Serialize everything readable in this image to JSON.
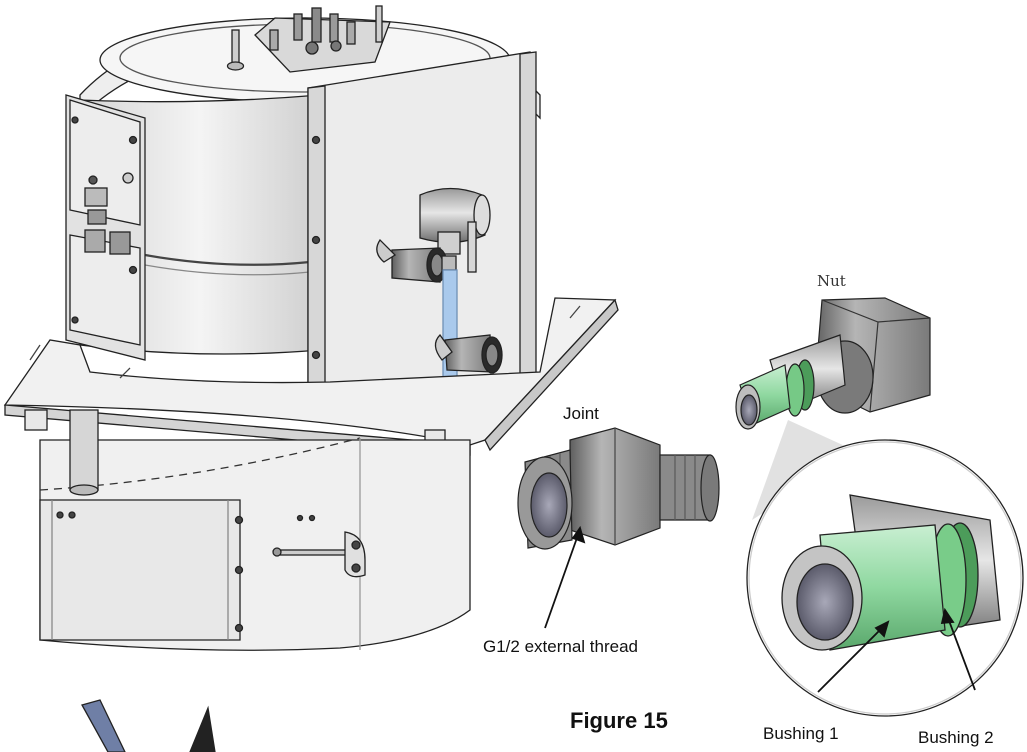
{
  "figure": {
    "caption": "Figure 15"
  },
  "labels": {
    "nut": "Nut",
    "joint": "Joint",
    "thread": "G1/2 external thread",
    "bushing1": "Bushing 1",
    "bushing2": "Bushing 2"
  },
  "colors": {
    "line": "#222222",
    "metal_light": "#e8e8e8",
    "metal_mid": "#b9b9b9",
    "metal_dark": "#6f6f6f",
    "bushing_green": "#8fd8a0",
    "pipe_blue": "#a9c9ec"
  }
}
